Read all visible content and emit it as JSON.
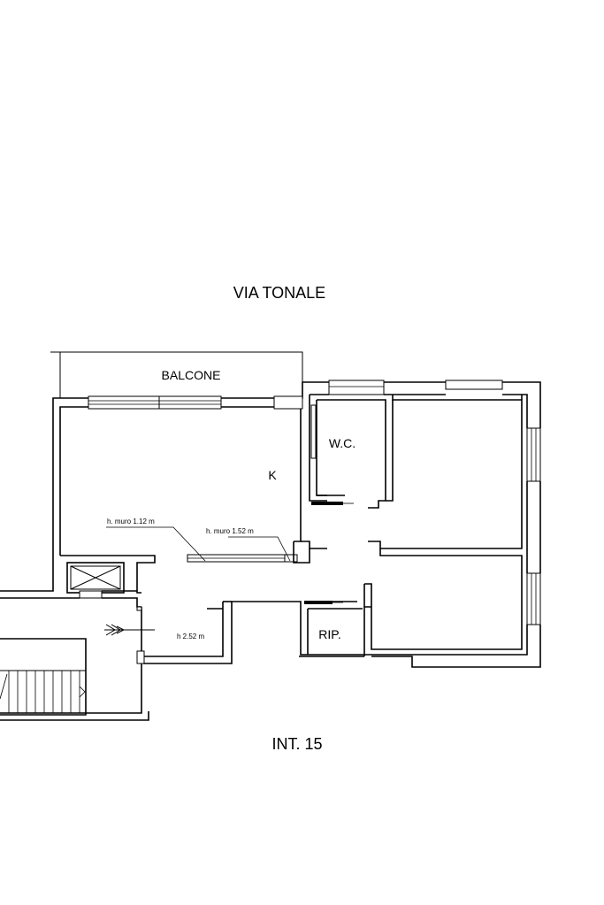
{
  "plan": {
    "street_label": "VIA TONALE",
    "unit_label": "INT. 15",
    "rooms": {
      "balcone": "BALCONE",
      "wc": "W.C.",
      "kitchen": "K",
      "rip": "RIP."
    },
    "notes": {
      "wall_height_1": "h. muro 1.12 m",
      "wall_height_2": "h. muro 1.52 m",
      "ceiling_height": "h 2.52 m"
    }
  }
}
